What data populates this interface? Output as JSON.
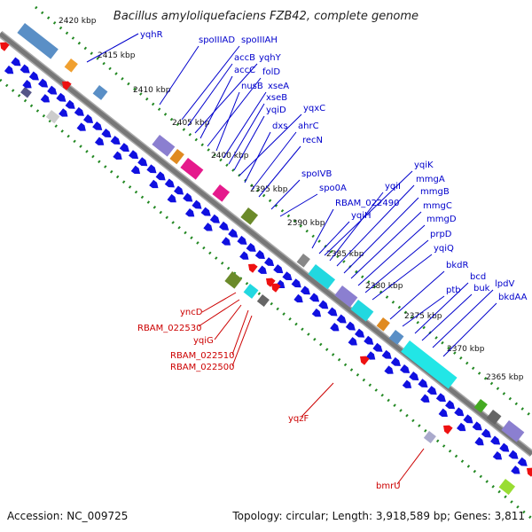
{
  "title": "Bacillus amyloliquefaciens FZB42, complete genome",
  "footer": {
    "accession": "Accession: NC_009725",
    "summary": "Topology: circular; Length: 3,918,589 bp; Genes: 3,811"
  },
  "kbp_markers": [
    "2420 kbp",
    "2415 kbp",
    "2410 kbp",
    "2405 kbp",
    "2400 kbp",
    "2395 kbp",
    "2390 kbp",
    "2385 kbp",
    "2380 kbp",
    "2375 kbp",
    "2370 kbp",
    "2365 kbp"
  ],
  "genes_plus": [
    "yqhR",
    "spoIIIAD",
    "spoIIIAH",
    "accB",
    "yqhY",
    "accC",
    "folD",
    "nusB",
    "xseA",
    "xseB",
    "yqiD",
    "yqxC",
    "dxs",
    "ahrC",
    "recN",
    "spoIVB",
    "spo0A",
    "yqiK",
    "yqiI",
    "mmgA",
    "RBAM_022490",
    "mmgB",
    "yqiH",
    "mmgC",
    "mmgD",
    "prpD",
    "yqiQ",
    "bkdR",
    "bcd",
    "ptb",
    "buk",
    "lpdV",
    "bkdAA"
  ],
  "genes_minus": [
    "yncD",
    "RBAM_022530",
    "yqiG",
    "RBAM_022510",
    "RBAM_022500",
    "yqzF",
    "bmrU"
  ],
  "colors": {
    "backbone": "#777777",
    "plus_gene": "#1010e0",
    "minus_gene": "#ee1111",
    "tick_green": "#228822",
    "plus_label": "#0000cc",
    "minus_label": "#cc0000"
  }
}
